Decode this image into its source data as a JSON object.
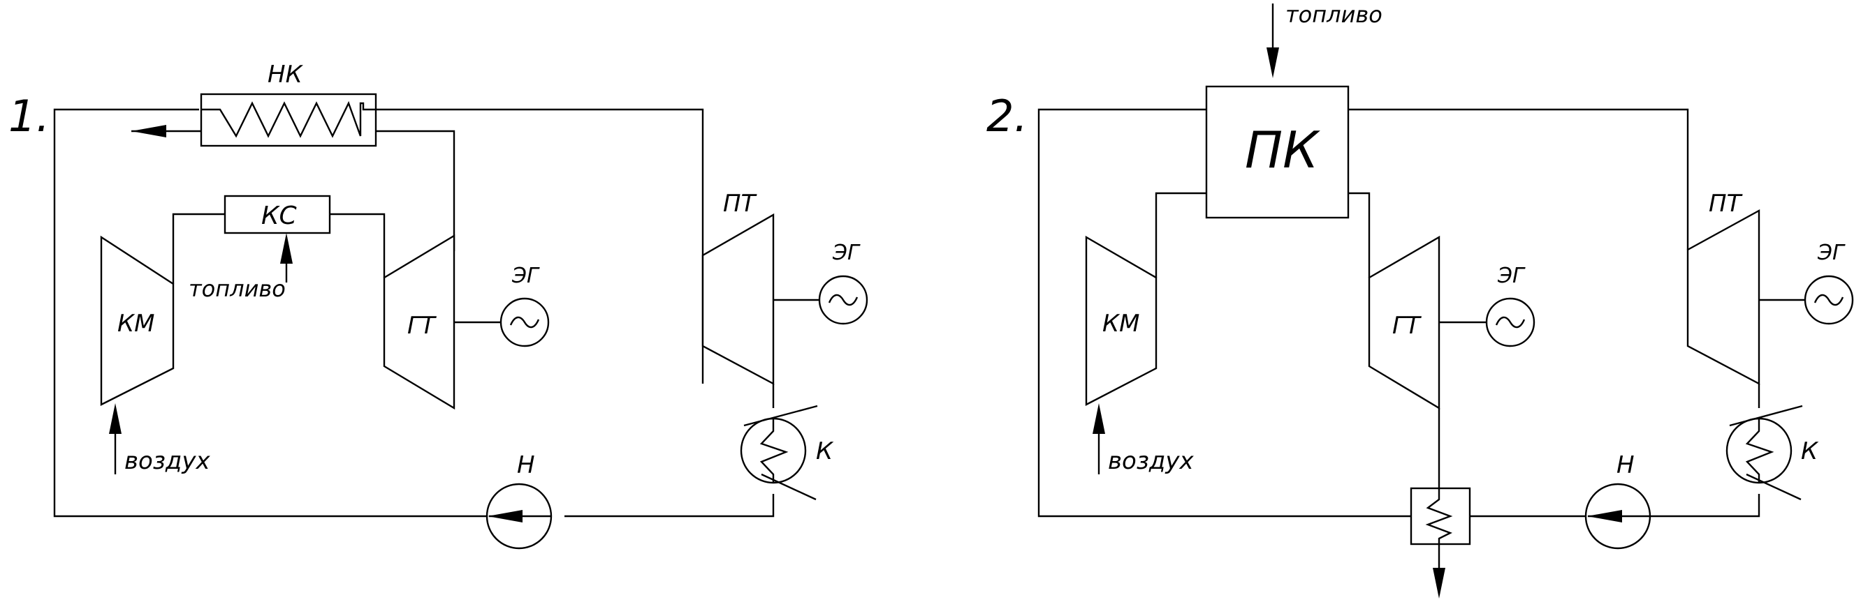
{
  "diagram1": {
    "number": "1.",
    "labels": {
      "regenerator": "НК",
      "combustor": "КС",
      "fuel": "топливо",
      "compressor": "КМ",
      "gas_turbine": "ГТ",
      "generator1": "ЭГ",
      "steam_turbine": "ПТ",
      "generator2": "ЭГ",
      "condenser": "К",
      "pump": "Н",
      "air": "воздух"
    }
  },
  "diagram2": {
    "number": "2.",
    "labels": {
      "fuel": "топливо",
      "steam_generator": "ПК",
      "compressor": "КМ",
      "gas_turbine": "ГТ",
      "generator1": "ЭГ",
      "steam_turbine": "ПТ",
      "generator2": "ЭГ",
      "condenser": "К",
      "pump": "Н",
      "air": "воздух"
    }
  },
  "colors": {
    "line": "#000000",
    "background": "#ffffff"
  }
}
